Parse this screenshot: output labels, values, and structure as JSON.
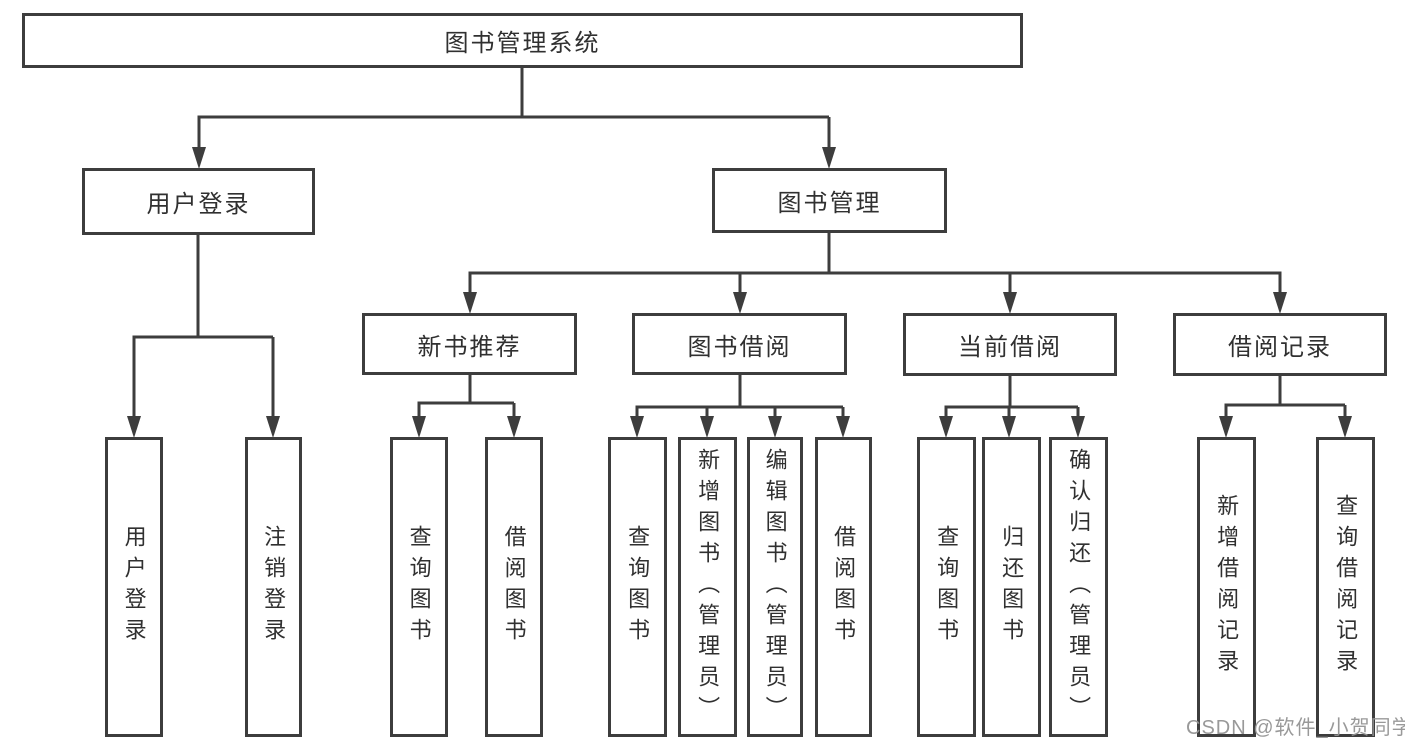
{
  "diagram": {
    "root_label": "图书管理系统",
    "level2": [
      {
        "label": "用户登录",
        "children": [
          "用户登录",
          "注销登录"
        ]
      },
      {
        "label": "图书管理",
        "sections": [
          {
            "label": "新书推荐",
            "children": [
              "查询图书",
              "借阅图书"
            ]
          },
          {
            "label": "图书借阅",
            "children": [
              "查询图书",
              "新增图书（管理员）",
              "编辑图书（管理员）",
              "借阅图书"
            ]
          },
          {
            "label": "当前借阅",
            "children": [
              "查询图书",
              "归还图书",
              "确认归还（管理员）"
            ]
          },
          {
            "label": "借阅记录",
            "children": [
              "新增借阅记录",
              "查询借阅记录"
            ]
          }
        ]
      }
    ]
  },
  "watermark": {
    "text": "CSDN @软件_小贺同学"
  },
  "colors": {
    "line": "#3d3d3d",
    "text": "#303030",
    "watermark": "#949494",
    "background": "#ffffff"
  }
}
